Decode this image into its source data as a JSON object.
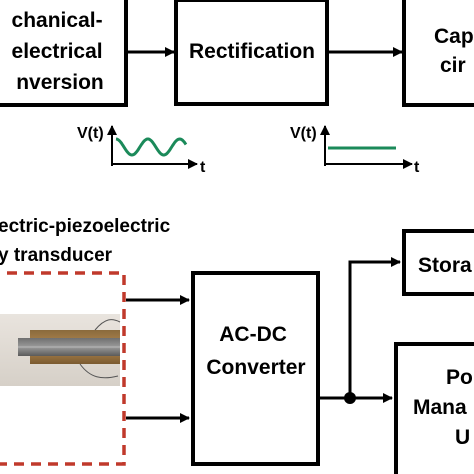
{
  "top": {
    "box1": {
      "lines": [
        "chanical-",
        "electrical",
        "nversion"
      ]
    },
    "box2": {
      "label": "Rectification"
    },
    "box3": {
      "lines": [
        "Cap",
        "cir"
      ]
    },
    "plot1": {
      "ylabel": "V(t)",
      "xlabel": "t",
      "wave": "sinusoidal"
    },
    "plot2": {
      "ylabel": "V(t)",
      "xlabel": "t",
      "wave": "constant"
    },
    "signal_color": "#1b8a5a"
  },
  "bottom": {
    "transducer_title": [
      "ectric-piezoelectric",
      "y transducer"
    ],
    "converter": {
      "lines": [
        "AC-DC",
        "Converter"
      ]
    },
    "storage": {
      "label": "Stora"
    },
    "power": {
      "lines": [
        "Po",
        "Mana",
        "U"
      ]
    },
    "dashed_color": "#c0392b"
  }
}
